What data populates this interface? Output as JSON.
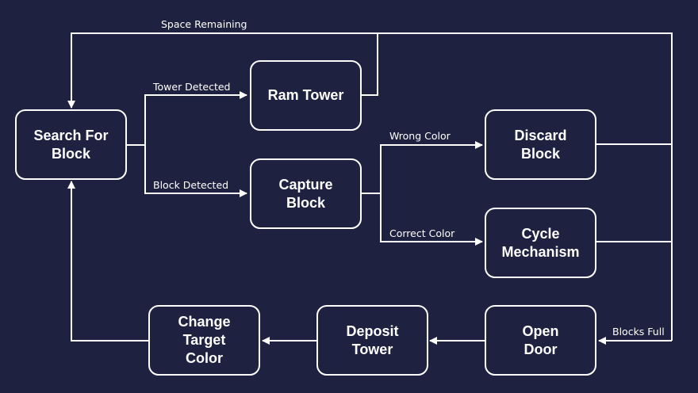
{
  "nodes": {
    "search": "Search For\nBlock",
    "ram": "Ram Tower",
    "capture": "Capture\nBlock",
    "discard": "Discard\nBlock",
    "cycle": "Cycle\nMechanism",
    "open_door": "Open\nDoor",
    "deposit": "Deposit\nTower",
    "change_color": "Change\nTarget\nColor"
  },
  "edge_labels": {
    "space_remaining": "Space Remaining",
    "tower_detected": "Tower Detected",
    "block_detected": "Block Detected",
    "wrong_color": "Wrong Color",
    "correct_color": "Correct Color",
    "blocks_full": "Blocks Full"
  },
  "colors": {
    "background": "#1f2140",
    "foreground": "#ffffff"
  }
}
